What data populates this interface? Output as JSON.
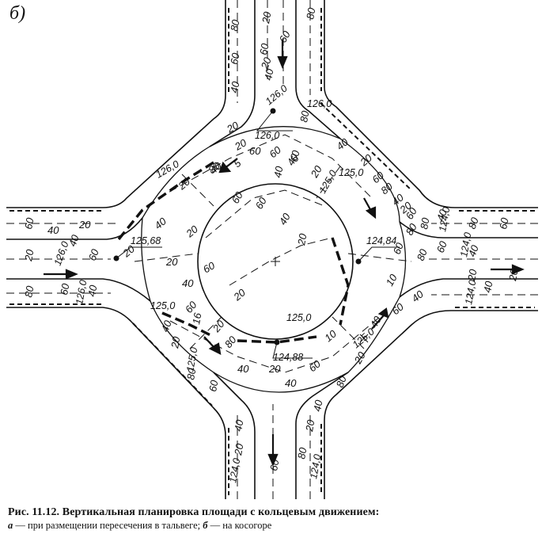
{
  "panel_label": "б)",
  "caption": {
    "line1": "Рис. 11.12. Вертикальная планировка площади с кольцевым движением:",
    "line2_a_letter": "а",
    "line2_a_text": " — при размещении пересечения в тальвеге; ",
    "line2_b_letter": "б",
    "line2_b_text": " — на косогоре"
  },
  "elevations": [
    "126,0",
    "126,0",
    "126,0",
    "126,0",
    "125,0",
    "125,68",
    "126,0",
    "125,0",
    "125,0",
    "124,84",
    "124,0",
    "124,0",
    "124,0",
    "125,0",
    "124,88",
    "125,0",
    "124,0",
    "126,0",
    "125,0",
    "124,0"
  ],
  "contour_labels": [
    "80",
    "60",
    "40",
    "20",
    "60",
    "80",
    "80",
    "60",
    "40",
    "20",
    "60",
    "40",
    "20",
    "20",
    "5",
    "60",
    "40",
    "20",
    "80",
    "60",
    "40",
    "20",
    "40",
    "20",
    "60",
    "80",
    "40",
    "60",
    "80",
    "80",
    "60",
    "40",
    "20",
    "20",
    "40",
    "60",
    "80",
    "60",
    "40",
    "20",
    "20",
    "40",
    "60",
    "60",
    "60",
    "40",
    "20",
    "20",
    "40",
    "20",
    "60",
    "40",
    "20",
    "80",
    "60",
    "40",
    "20",
    "40",
    "60",
    "80",
    "16",
    "20",
    "80",
    "10",
    "20",
    "40",
    "60",
    "40",
    "60",
    "80",
    "10",
    "20",
    "40",
    "60",
    "80",
    "60",
    "20",
    "40",
    "40",
    "20",
    "40",
    "20",
    "60",
    "80",
    "20",
    "40"
  ]
}
